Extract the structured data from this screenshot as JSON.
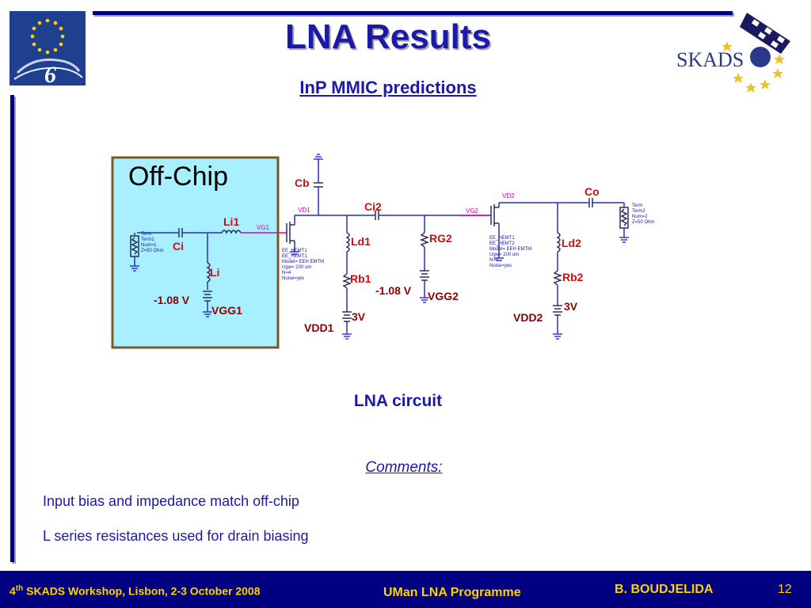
{
  "slide": {
    "title": "LNA Results",
    "subtitle": "InP MMIC predictions",
    "figure_caption": "LNA circuit",
    "comments_heading": "Comments:",
    "comments": [
      "Input bias and impedance match off-chip",
      "L series resistances used for drain biasing"
    ]
  },
  "logos": {
    "skads_text": "SKADS",
    "eu_program_number": "6"
  },
  "circuit": {
    "offchip_title": "Off-Chip",
    "component_labels": {
      "cb": "Cb",
      "ci2": "Ci2",
      "co": "Co",
      "li1": "Li1",
      "ci": "Ci",
      "li": "Li",
      "ld1": "Ld1",
      "rg2": "RG2",
      "ld2": "Ld2",
      "rb1": "Rb1",
      "rb2": "Rb2",
      "vgg1_value": "-1.08 V",
      "vgg1": "VGG1",
      "vgg2_value": "-1.08 V",
      "vgg2": "VGG2",
      "vdd1_value": "3V",
      "vdd1": "VDD1",
      "vdd2_value": "3V",
      "vdd2": "VDD2"
    },
    "net_labels": {
      "vg1": "VG1",
      "vd1": "VD1",
      "vg2": "VG2",
      "vd2": "VD2"
    },
    "term1": [
      "Term",
      "Term1",
      "Num=1",
      "Z=50 Ohm"
    ],
    "term2": [
      "Term",
      "Term2",
      "Num=2",
      "Z=50 Ohm"
    ],
    "fet1": [
      "EE_HEMT1",
      "EE_HEMT1",
      "Model= EEH EMTM",
      "Ugw= 200 um",
      "N=4",
      "Noise=yes"
    ],
    "fet2": [
      "EE_HEMT1",
      "EE_HEMT2",
      "Model= EEH EMTM",
      "Ugw= 200 um",
      "N=4",
      "Noise=yes"
    ]
  },
  "footer": {
    "workshop_number": "4",
    "workshop_sup": "th",
    "workshop_rest": " SKADS Workshop, Lisbon, 2-3 October 2008",
    "programme": "UMan LNA Programme",
    "author": "B. BOUDJELIDA",
    "page_number": "12"
  },
  "colors": {
    "title_blue": "#1a1aa6",
    "footer_bg": "#000080",
    "footer_text": "#ffd200",
    "offchip_bg": "#a8f0ff",
    "offchip_border": "#7a5a20",
    "component_label_red": "#cc1010",
    "net_label_magenta": "#d000c8"
  }
}
